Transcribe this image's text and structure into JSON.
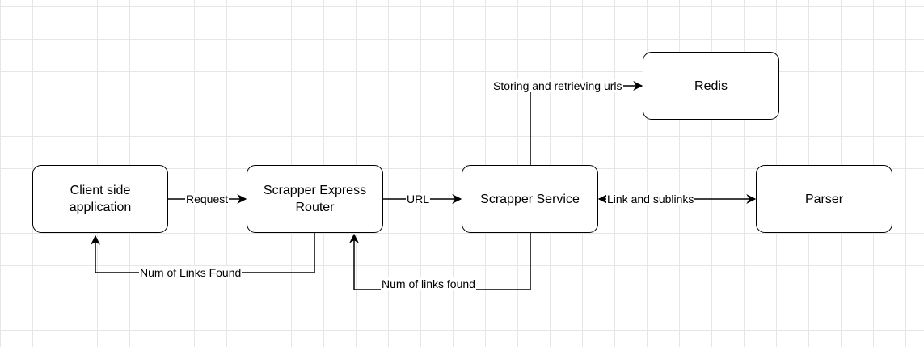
{
  "nodes": {
    "client": "Client side application",
    "router": "Scrapper Express Router",
    "service": "Scrapper Service",
    "redis": "Redis",
    "parser": "Parser"
  },
  "edges": {
    "request": "Request",
    "url": "URL",
    "link_and_sublinks": "Link and sublinks",
    "storing_urls": "Storing and retrieving urls",
    "num_links_found_router": "Num of  Links Found",
    "num_links_found_service": "Num of links found"
  },
  "colors": {
    "stroke": "#000000",
    "grid": "#e6e6e6",
    "background": "#ffffff"
  }
}
